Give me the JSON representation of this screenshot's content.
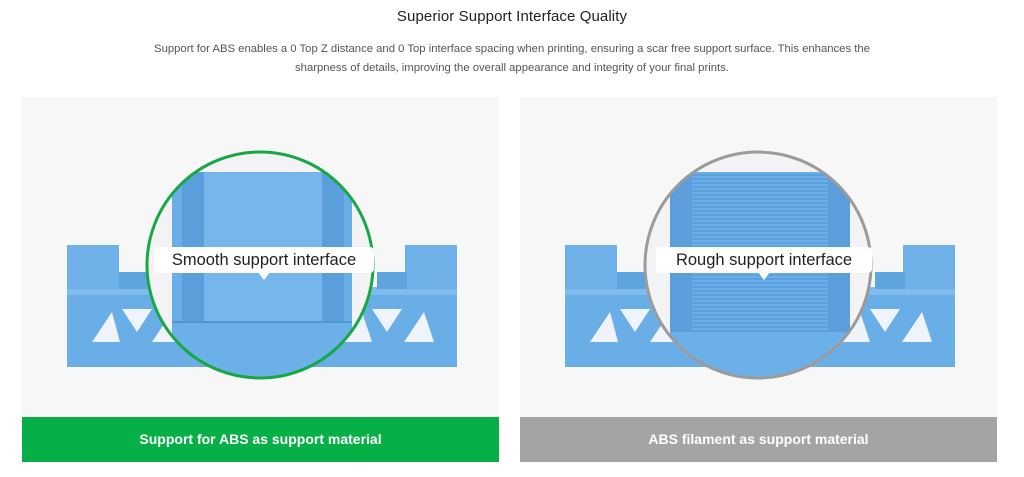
{
  "section": {
    "title": "Superior Support Interface Quality",
    "description": "Support for ABS enables a 0 Top Z distance and 0 Top interface spacing when printing, ensuring a scar free support surface. This enhances the sharpness of details, improving the overall appearance and integrity of your final prints."
  },
  "comparison": [
    {
      "callout": "Smooth support interface",
      "caption": "Support for ABS as support material",
      "bar_color": "#06b046",
      "ring_color": "#17a845"
    },
    {
      "callout": "Rough support interface",
      "caption": "ABS filament as support material",
      "bar_color": "#a4a4a4",
      "ring_color": "#9b9b9b"
    }
  ],
  "colors": {
    "print_blue": "#6aaee8",
    "panel_bg": "#f8f7f8"
  }
}
